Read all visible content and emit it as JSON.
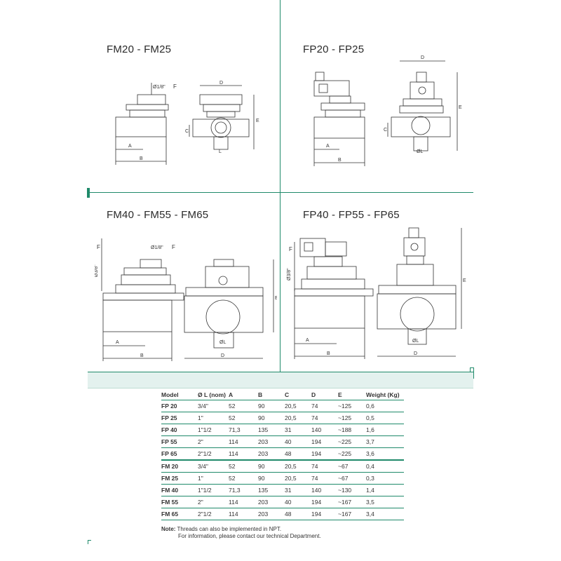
{
  "sections": {
    "top_left_title": "FM20 - FM25",
    "top_right_title": "FP20 - FP25",
    "bottom_left_title": "FM40 - FM55 - FM65",
    "bottom_right_title": "FP40 - FP55 - FP65"
  },
  "dims": {
    "A": "A",
    "B": "B",
    "C": "C",
    "D": "D",
    "E": "E",
    "F": "F",
    "L": "L",
    "port": "Ø1/8\"",
    "side_port": "Ø3/8\"",
    "phi_l": "ØL"
  },
  "table": {
    "headers": [
      "Model",
      "Ø L (nom)",
      "A",
      "B",
      "C",
      "D",
      "E",
      "Weight (Kg)"
    ],
    "rows": [
      [
        "FP 20",
        "3/4\"",
        "52",
        "90",
        "20,5",
        "74",
        "~125",
        "0,6"
      ],
      [
        "FP 25",
        "1\"",
        "52",
        "90",
        "20,5",
        "74",
        "~125",
        "0,5"
      ],
      [
        "FP 40",
        "1\"1/2",
        "71,3",
        "135",
        "31",
        "140",
        "~188",
        "1,6"
      ],
      [
        "FP 55",
        "2\"",
        "114",
        "203",
        "40",
        "194",
        "~225",
        "3,7"
      ],
      [
        "FP 65",
        "2\"1/2",
        "114",
        "203",
        "48",
        "194",
        "~225",
        "3,6"
      ],
      [
        "FM 20",
        "3/4\"",
        "52",
        "90",
        "20,5",
        "74",
        "~67",
        "0,4"
      ],
      [
        "FM 25",
        "1\"",
        "52",
        "90",
        "20,5",
        "74",
        "~67",
        "0,3"
      ],
      [
        "FM 40",
        "1\"1/2",
        "71,3",
        "135",
        "31",
        "140",
        "~130",
        "1,4"
      ],
      [
        "FM 55",
        "2\"",
        "114",
        "203",
        "40",
        "194",
        "~167",
        "3,5"
      ],
      [
        "FM 65",
        "2\"1/2",
        "114",
        "203",
        "48",
        "194",
        "~167",
        "3,4"
      ]
    ]
  },
  "note": {
    "label": "Note:",
    "line1": "Threads can also be implemented in NPT.",
    "line2": "For information, please contact our technical Department."
  },
  "colors": {
    "accent": "#1f8a6a",
    "band": "#e3f1ee",
    "line": "#333333"
  }
}
